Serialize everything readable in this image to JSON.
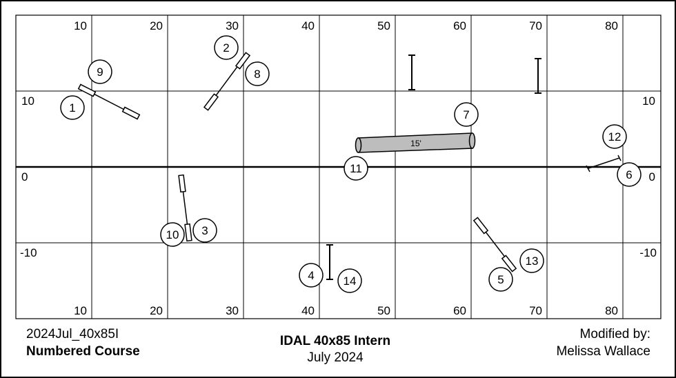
{
  "grid": {
    "top_labels": [
      "10",
      "20",
      "30",
      "40",
      "50",
      "60",
      "70",
      "80"
    ],
    "bottom_labels": [
      "10",
      "20",
      "30",
      "40",
      "50",
      "60",
      "70",
      "80"
    ],
    "left_labels": [
      "10",
      "0",
      "-10"
    ],
    "right_labels": [
      "10",
      "0",
      "-10"
    ]
  },
  "tunnel": {
    "label": "15'"
  },
  "obstacle_numbers": [
    "1",
    "2",
    "3",
    "4",
    "5",
    "6",
    "7",
    "8",
    "9",
    "10",
    "11",
    "12",
    "13",
    "14"
  ],
  "footer": {
    "course_id": "2024Jul_40x85I",
    "course_type": "Numbered Course",
    "title": "IDAL 40x85 Intern",
    "date": "July 2024",
    "modified_label": "Modified by:",
    "modified_name": "Melissa Wallace"
  }
}
